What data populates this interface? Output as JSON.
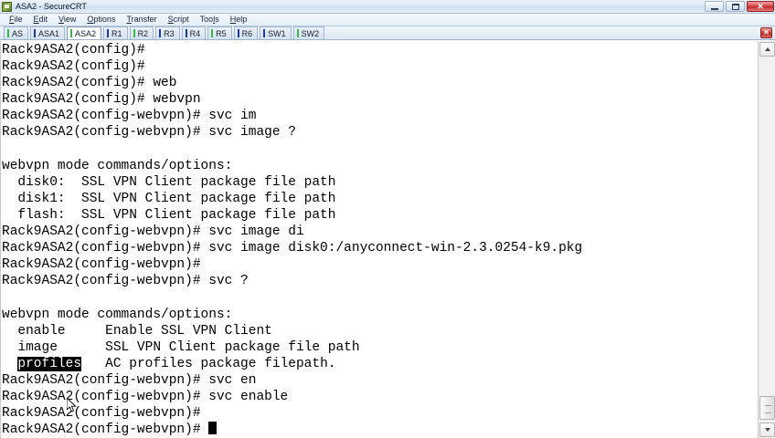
{
  "window": {
    "title": "ASA2 - SecureCRT",
    "icon": "securecrt-app-icon",
    "buttons": {
      "minimize": "_",
      "maximize": "❐",
      "close": "✕"
    }
  },
  "menubar": {
    "items": [
      {
        "label": "File",
        "accel": "F"
      },
      {
        "label": "Edit",
        "accel": "E"
      },
      {
        "label": "View",
        "accel": "V"
      },
      {
        "label": "Options",
        "accel": "O"
      },
      {
        "label": "Transfer",
        "accel": "T"
      },
      {
        "label": "Script",
        "accel": "S"
      },
      {
        "label": "Tools",
        "accel": "l"
      },
      {
        "label": "Help",
        "accel": "H"
      }
    ]
  },
  "tabbar": {
    "close_label": "✕",
    "tabs": [
      {
        "label": "AS",
        "status_color": "#39b54a",
        "active": false
      },
      {
        "label": "ASA1",
        "status_color": "#1f3a93",
        "active": false
      },
      {
        "label": "ASA2",
        "status_color": "#39b54a",
        "active": true
      },
      {
        "label": "R1",
        "status_color": "#1f3a93",
        "active": false
      },
      {
        "label": "R2",
        "status_color": "#39b54a",
        "active": false
      },
      {
        "label": "R3",
        "status_color": "#1f3a93",
        "active": false
      },
      {
        "label": "R4",
        "status_color": "#1f3a93",
        "active": false
      },
      {
        "label": "R5",
        "status_color": "#39b54a",
        "active": false
      },
      {
        "label": "R6",
        "status_color": "#1f3a93",
        "active": false
      },
      {
        "label": "SW1",
        "status_color": "#1f3a93",
        "active": false
      },
      {
        "label": "SW2",
        "status_color": "#39b54a",
        "active": false
      }
    ]
  },
  "terminal": {
    "prompt_config": "Rack9ASA2(config)#",
    "prompt_webvpn": "Rack9ASA2(config-webvpn)#",
    "selection_text": "profiles",
    "cursor": "block",
    "lines": [
      {
        "text": "Rack9ASA2(config)# "
      },
      {
        "text": "Rack9ASA2(config)# "
      },
      {
        "text": "Rack9ASA2(config)# web"
      },
      {
        "text": "Rack9ASA2(config)# webvpn"
      },
      {
        "text": "Rack9ASA2(config-webvpn)# svc im"
      },
      {
        "text": "Rack9ASA2(config-webvpn)# svc image ?"
      },
      {
        "text": ""
      },
      {
        "text": "webvpn mode commands/options:"
      },
      {
        "text": "  disk0:  SSL VPN Client package file path"
      },
      {
        "text": "  disk1:  SSL VPN Client package file path"
      },
      {
        "text": "  flash:  SSL VPN Client package file path"
      },
      {
        "text": "Rack9ASA2(config-webvpn)# svc image di"
      },
      {
        "text": "Rack9ASA2(config-webvpn)# svc image disk0:/anyconnect-win-2.3.0254-k9.pkg"
      },
      {
        "text": "Rack9ASA2(config-webvpn)# "
      },
      {
        "text": "Rack9ASA2(config-webvpn)# svc ?"
      },
      {
        "text": ""
      },
      {
        "text": "webvpn mode commands/options:"
      },
      {
        "text": "  enable     Enable SSL VPN Client"
      },
      {
        "text": "  image      SSL VPN Client package file path"
      },
      {
        "pre": "  ",
        "sel": "profiles",
        "post": "   AC profiles package filepath."
      },
      {
        "text": "Rack9ASA2(config-webvpn)# svc en"
      },
      {
        "text": "Rack9ASA2(config-webvpn)# svc enable"
      },
      {
        "text": "Rack9ASA2(config-webvpn)# "
      },
      {
        "text": "Rack9ASA2(config-webvpn)# ",
        "cursor": true
      }
    ]
  },
  "scrollbar": {
    "up_label": "scroll-up",
    "down_label": "scroll-down",
    "thumb_label": "scroll-thumb",
    "position": "bottom"
  }
}
